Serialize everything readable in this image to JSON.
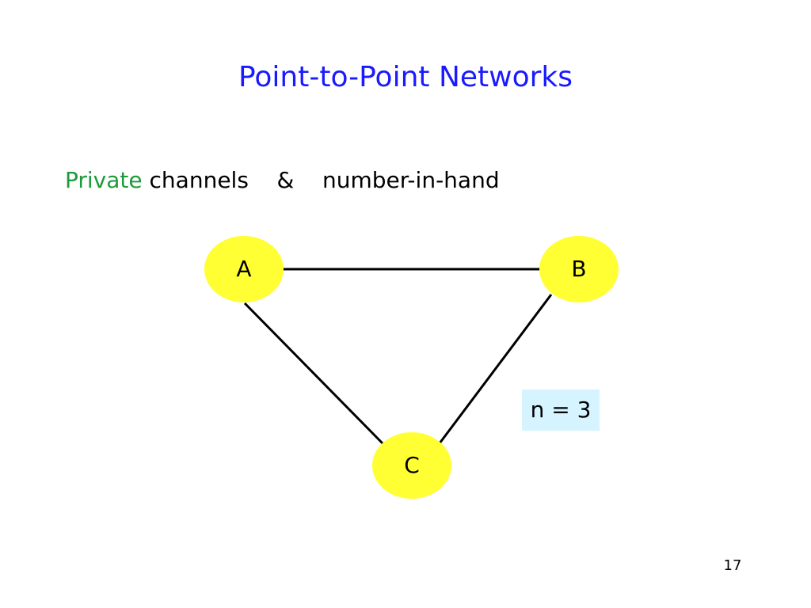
{
  "slide": {
    "title": "Point-to-Point Networks",
    "subtitle_accent": "Private",
    "subtitle_rest": " channels    &    number-in-hand",
    "page_number": "17"
  },
  "diagram": {
    "nodes": [
      {
        "id": "A",
        "label": "A"
      },
      {
        "id": "B",
        "label": "B"
      },
      {
        "id": "C",
        "label": "C"
      }
    ],
    "edges": [
      {
        "from": "A",
        "to": "B"
      },
      {
        "from": "A",
        "to": "C"
      },
      {
        "from": "B",
        "to": "C"
      }
    ],
    "note": "n = 3"
  },
  "colors": {
    "title": "#1a1aff",
    "accent": "#1f9a3a",
    "node_fill": "#ffff33",
    "note_bg": "#d6f4ff"
  }
}
